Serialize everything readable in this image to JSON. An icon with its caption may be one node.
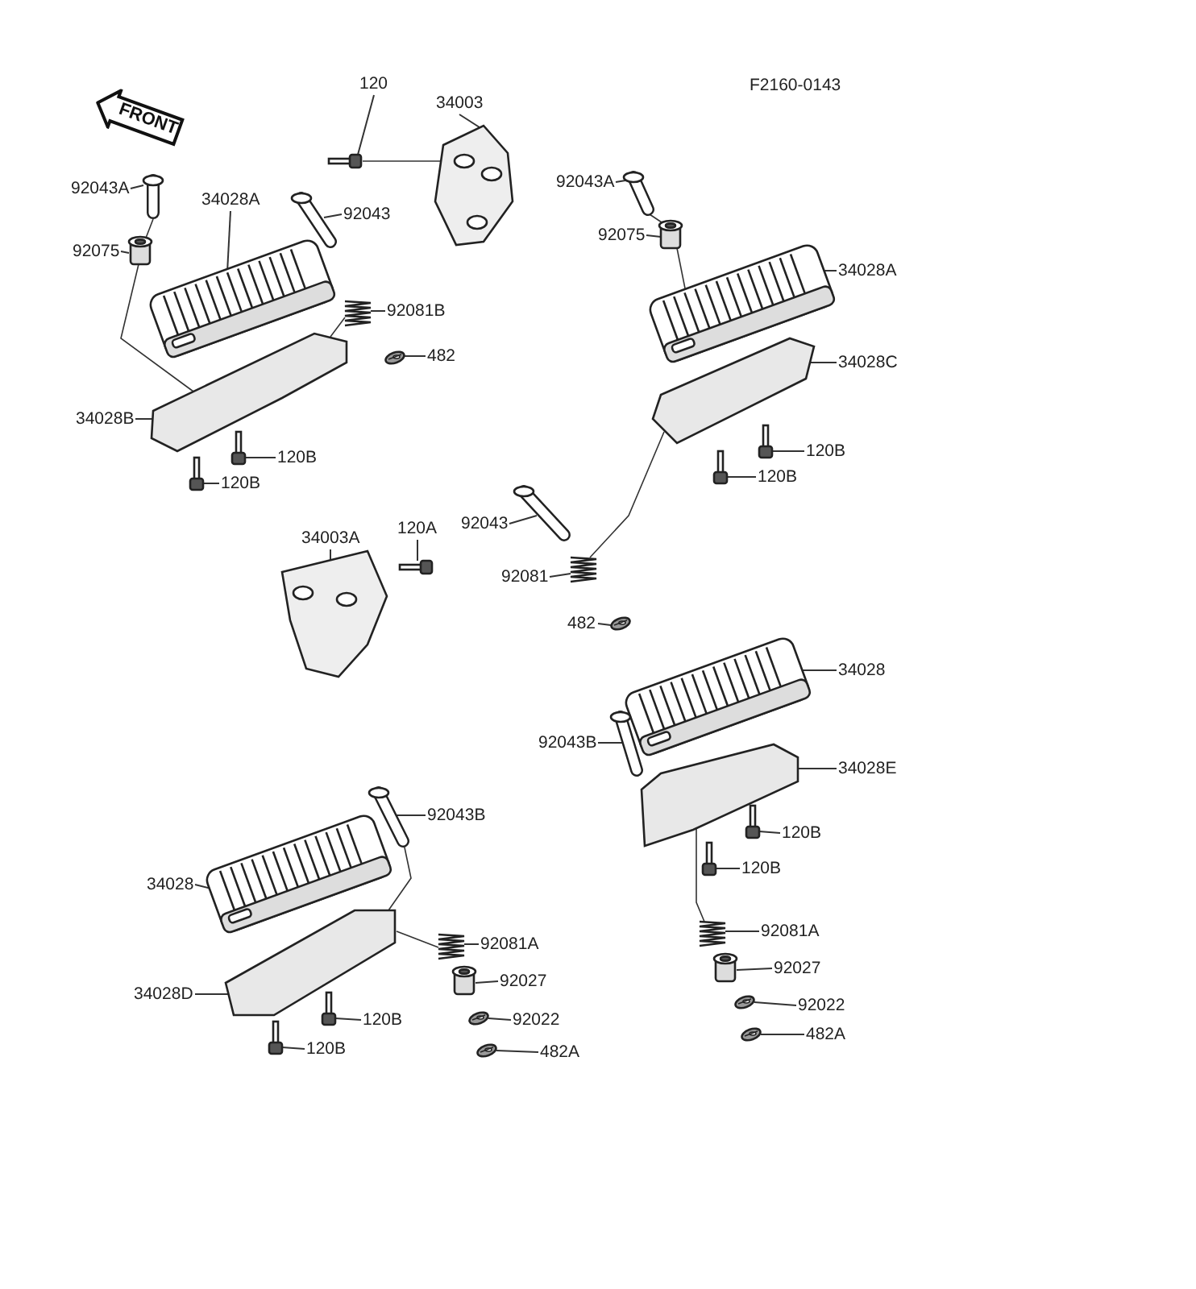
{
  "diagram": {
    "nodes": [
      {
        "text": [
          "FRONT"
        ]
      },
      {
        "text": [
          "120"
        ]
      },
      {
        "text": [
          "34003"
        ]
      },
      {
        "text": [
          "92043A"
        ]
      },
      {
        "text": [
          "34028A"
        ]
      },
      {
        "text": [
          "92043"
        ]
      },
      {
        "text": [
          "92075"
        ]
      },
      {
        "text": [
          "92043A"
        ]
      },
      {
        "text": [
          "92075"
        ]
      },
      {
        "text": [
          "34028A"
        ]
      },
      {
        "text": [
          "92081B"
        ]
      },
      {
        "text": [
          "34028C"
        ]
      },
      {
        "text": [
          "482"
        ]
      },
      {
        "text": [
          "34028B"
        ]
      },
      {
        "text": [
          "120B"
        ]
      },
      {
        "text": [
          "120B"
        ]
      },
      {
        "text": [
          "120B"
        ]
      },
      {
        "text": [
          "120B"
        ]
      },
      {
        "text": [
          "92043"
        ]
      },
      {
        "text": [
          "34003A"
        ]
      },
      {
        "text": [
          "120A"
        ]
      },
      {
        "text": [
          "92081"
        ]
      },
      {
        "text": [
          "482"
        ]
      },
      {
        "text": [
          "34028"
        ]
      },
      {
        "text": [
          "92043B"
        ]
      },
      {
        "text": [
          "34028E"
        ]
      },
      {
        "text": [
          "92043B"
        ]
      },
      {
        "text": [
          "120B"
        ]
      },
      {
        "text": [
          "34028"
        ]
      },
      {
        "text": [
          "120B"
        ]
      },
      {
        "text": [
          "92081A"
        ]
      },
      {
        "text": [
          "92081A"
        ]
      },
      {
        "text": [
          "92027"
        ]
      },
      {
        "text": [
          "92027"
        ]
      },
      {
        "text": [
          "34028D"
        ]
      },
      {
        "text": [
          "120B"
        ]
      },
      {
        "text": [
          "92022"
        ]
      },
      {
        "text": [
          "92022"
        ]
      },
      {
        "text": [
          "120B"
        ]
      },
      {
        "text": [
          "482A"
        ]
      },
      {
        "text": [
          "482A"
        ]
      },
      {
        "text": [],
        "shape": "picture"
      },
      {
        "text": [],
        "shape": "picture"
      },
      {
        "text": [],
        "shape": "picture"
      },
      {
        "text": [],
        "shape": "picture"
      },
      {
        "text": [],
        "shape": "picture"
      },
      {
        "text": [],
        "shape": "box"
      },
      {
        "text": [],
        "shape": "picture"
      },
      {
        "text": [],
        "shape": "box"
      },
      {
        "text": [],
        "shape": "picture"
      },
      {
        "text": [],
        "shape": "picture"
      },
      {
        "text": [],
        "shape": "picture"
      },
      {
        "text": [],
        "shape": "picture"
      },
      {
        "text": [],
        "shape": "picture"
      },
      {
        "text": [],
        "shape": "picture"
      },
      {
        "text": [],
        "shape": "picture"
      },
      {
        "text": [],
        "shape": "picture"
      },
      {
        "text": [],
        "shape": "picture"
      },
      {
        "text": [],
        "shape": "picture"
      },
      {
        "text": [],
        "shape": "picture"
      },
      {
        "text": [],
        "shape": "picture"
      },
      {
        "text": [],
        "shape": "picture"
      },
      {
        "text": [],
        "shape": "picture"
      },
      {
        "text": [],
        "shape": "picture"
      },
      {
        "text": [],
        "shape": "picture"
      },
      {
        "text": [],
        "shape": "picture"
      },
      {
        "text": [],
        "shape": "picture"
      },
      {
        "text": [],
        "shape": "picture"
      },
      {
        "text": [],
        "shape": "picture"
      },
      {
        "text": [],
        "shape": "picture"
      },
      {
        "text": [],
        "shape": "picture"
      },
      {
        "text": [],
        "shape": "picture"
      },
      {
        "text": [],
        "shape": "box"
      },
      {
        "text": [],
        "shape": "box"
      },
      {
        "text": [],
        "shape": "picture"
      },
      {
        "text": [],
        "shape": "picture"
      },
      {
        "text": [],
        "shape": "picture"
      },
      {
        "text": [],
        "shape": "picture"
      },
      {
        "text": [],
        "shape": "picture"
      },
      {
        "text": [],
        "shape": "picture"
      },
      {
        "text": [],
        "shape": "picture"
      }
    ],
    "edges": [
      {
        "from": 1,
        "to": 41,
        "arrow": "none"
      },
      {
        "from": 2,
        "to": 42,
        "arrow": "none"
      },
      {
        "from": 3,
        "to": 43,
        "arrow": "none"
      },
      {
        "from": 4,
        "to": 44,
        "arrow": "none"
      },
      {
        "from": 5,
        "to": 45,
        "arrow": "none"
      },
      {
        "from": 6,
        "to": 46,
        "arrow": "none"
      },
      {
        "from": 7,
        "to": 47,
        "arrow": "none"
      },
      {
        "from": 8,
        "to": 48,
        "arrow": "none"
      },
      {
        "from": 9,
        "to": 49,
        "arrow": "none"
      },
      {
        "from": 10,
        "to": 50,
        "arrow": "none"
      },
      {
        "from": 11,
        "to": 51,
        "arrow": "none"
      },
      {
        "from": 12,
        "to": 52,
        "arrow": "none"
      },
      {
        "from": 13,
        "to": 53,
        "arrow": "none"
      },
      {
        "from": 14,
        "to": 54,
        "arrow": "none"
      },
      {
        "from": 15,
        "to": 55,
        "arrow": "none"
      },
      {
        "from": 16,
        "to": 56,
        "arrow": "none"
      },
      {
        "from": 17,
        "to": 57,
        "arrow": "none"
      },
      {
        "from": 18,
        "to": 58,
        "arrow": "none"
      },
      {
        "from": 19,
        "to": 59,
        "arrow": "none"
      },
      {
        "from": 20,
        "to": 60,
        "arrow": "none"
      },
      {
        "from": 21,
        "to": 61,
        "arrow": "none"
      },
      {
        "from": 22,
        "to": 62,
        "arrow": "none"
      },
      {
        "from": 23,
        "to": 63,
        "arrow": "none"
      },
      {
        "from": 24,
        "to": 64,
        "arrow": "none"
      },
      {
        "from": 25,
        "to": 65,
        "arrow": "none"
      },
      {
        "from": 26,
        "to": 66,
        "arrow": "none"
      },
      {
        "from": 27,
        "to": 67,
        "arrow": "none"
      },
      {
        "from": 28,
        "to": 68,
        "arrow": "none"
      },
      {
        "from": 29,
        "to": 69,
        "arrow": "none"
      },
      {
        "from": 30,
        "to": 70,
        "arrow": "none"
      },
      {
        "from": 31,
        "to": 71,
        "arrow": "none"
      },
      {
        "from": 32,
        "to": 72,
        "arrow": "none"
      },
      {
        "from": 33,
        "to": 73,
        "arrow": "none"
      },
      {
        "from": 34,
        "to": 74,
        "arrow": "none"
      },
      {
        "from": 35,
        "to": 75,
        "arrow": "none"
      },
      {
        "from": 36,
        "to": 76,
        "arrow": "none"
      },
      {
        "from": 37,
        "to": 77,
        "arrow": "none"
      },
      {
        "from": 38,
        "to": 78,
        "arrow": "none"
      },
      {
        "from": 39,
        "to": 79,
        "arrow": "none"
      },
      {
        "from": 40,
        "to": 80,
        "arrow": "none"
      },
      {
        "from": 43,
        "to": 46,
        "arrow": "none"
      },
      {
        "from": 46,
        "to": 53,
        "arrow": "none"
      },
      {
        "from": 50,
        "to": 53,
        "arrow": "none"
      },
      {
        "from": 41,
        "to": 42,
        "arrow": "none"
      },
      {
        "from": 47,
        "to": 48,
        "arrow": "none"
      },
      {
        "from": 48,
        "to": 49,
        "arrow": "none"
      },
      {
        "from": 61,
        "to": 51,
        "arrow": "none"
      },
      {
        "from": 65,
        "to": 71,
        "arrow": "none"
      },
      {
        "from": 66,
        "to": 74,
        "arrow": "none"
      },
      {
        "from": 70,
        "to": 74,
        "arrow": "none"
      }
    ],
    "labels": [
      "F2160-0143"
    ]
  }
}
